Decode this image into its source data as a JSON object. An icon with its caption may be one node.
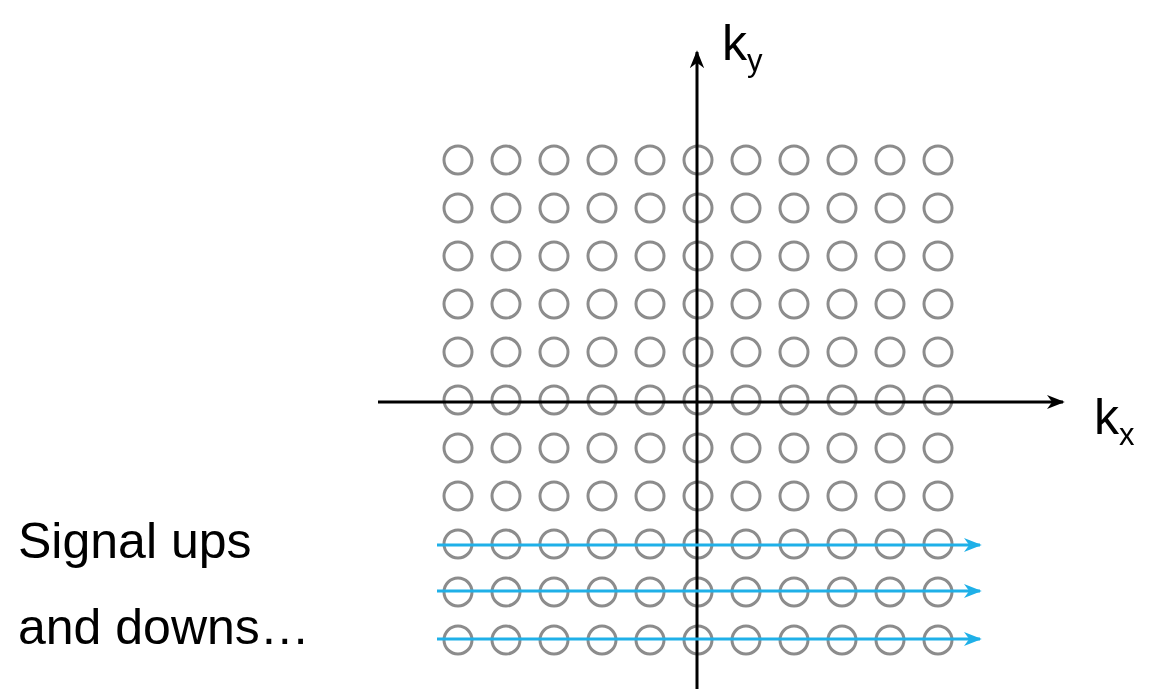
{
  "diagram": {
    "labels": [
      "k$_{y}$",
      "k$_{x}$",
      "Signal ups and downs…"
    ]
  }
}
